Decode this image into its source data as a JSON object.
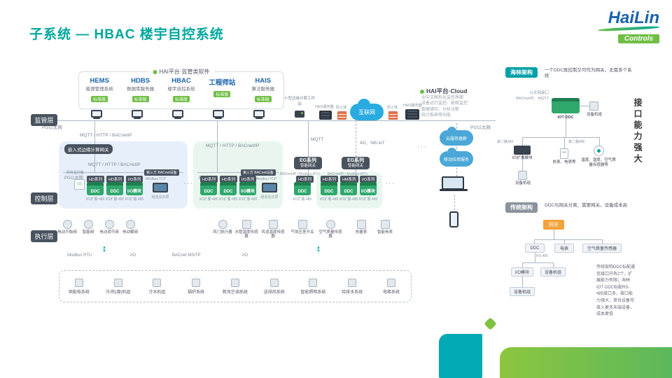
{
  "slide": {
    "title": "子系统 — HBAC 楼宇自控系统",
    "logo_name": "HaiLin",
    "logo_sub": "Controls",
    "vertical_slogan": "接口能力强大"
  },
  "colors": {
    "teal": "#00a79d",
    "green": "#6fbe44",
    "blue": "#1b63ac",
    "dark": "#49535f",
    "orange": "#f2a33c",
    "cloud_blue": "#29abe2"
  },
  "glyphs": {
    "up": "▲",
    "down": "▼"
  },
  "layers": {
    "supervision": "监管层",
    "control": "控制层",
    "execution": "执行层"
  },
  "platform": {
    "header": "HAI平台·监管类软件",
    "apps": [
      {
        "name": "HEMS",
        "desc": "能源管理系统",
        "badge": "标准版"
      },
      {
        "name": "HDBS",
        "desc": "数据库服务器",
        "badge": "标准版"
      },
      {
        "name": "HBAC",
        "desc": "楼宇自控系统",
        "badge": "标准版"
      },
      {
        "name": "工程师站",
        "desc": "",
        "badge": "标准版"
      },
      {
        "name": "HAIS",
        "desc": "算法服务器",
        "badge": "标准版"
      }
    ]
  },
  "cloud": {
    "header": "HAI平台·Cloud",
    "notes": [
      "全中文图形化监控界面",
      "设备运行监控、能耗监控",
      "数据储存、分析诊断",
      "统计报表等功能"
    ],
    "internet": "互联网",
    "cloud_servers": "云服务器群",
    "mobile_service": "移动应用服务",
    "firewall": "防火墙",
    "server": "HAIS服务器",
    "edge_station": "小型边缘计算工作站"
  },
  "network": {
    "bus": "PG以太网",
    "proto_full_a": "MQTT / HTTP / BACnetIP",
    "proto_full_b": "MQTT / HTTP / BACnet/IP",
    "mqtt": "MQTT",
    "wireless": "4G、NB-IoT",
    "embedded_gateway": "嵌入式边缘计算网关",
    "eg_series": "EG系列",
    "eg_name": "智能网关",
    "bacnet_modbus": "BACnet/IP / Modbus RTU",
    "modbus_tcp": "Modbus TCP",
    "ellipsis": "···"
  },
  "control_layer": {
    "thermostat": "网络温控器",
    "third_party_badge": "第三方 BACnet设备",
    "display": "组态显示屏",
    "sub_label": "I/O扩展-485",
    "hd": "HD系列",
    "hm": "HM系列",
    "io": "I/O系列",
    "ddc": "DDC",
    "io_module": "I/O模块"
  },
  "execution_layer": {
    "devices": [
      "电动平衡阀",
      "智能阀",
      "电动调节阀",
      "电动蝶阀",
      "风门执行器",
      "水管温度传感器",
      "风道温度传感器",
      "气体压差开关",
      "空气质量传感器",
      "热量表",
      "智能电表"
    ],
    "bus1": "Modbus RTU",
    "bus2": "I/O",
    "bus3": "BACnet MS/TP",
    "bus4": "I/O"
  },
  "systems": [
    "供配电系统",
    "冷/热(源)机组",
    "冷水机组",
    "锅炉系统",
    "新风空调系统",
    "送排风系统",
    "智能照明系统",
    "给排水系统",
    "电梯系统"
  ],
  "right_panel": {
    "hailin": {
      "badge": "海林架构",
      "desc": "一个DDC既控制又可作为网关，无需多个系统",
      "eth_label_1": "以太网接口",
      "eth_label_2": "BACnet/IP、MQTT",
      "device": "IOT·DDC",
      "equip": "设备机组",
      "branch_485": "第二路485",
      "io_module": "I/O扩展模块",
      "meter": "热表、电表等",
      "sensor": "温度、湿度、空气质量传感器等"
    },
    "legacy": {
      "badge": "传统架构",
      "desc": "DDC与网关分离，需要网关，设备成本高",
      "gateway": "网关",
      "ddc": "DDC",
      "meter": "电表",
      "sensor": "空气质量传感器",
      "rs485": "RS-485",
      "io_module": "I/O模块",
      "equip": "设备机组",
      "note": "传统架构DDC标配通信接口只有2个，扩展能力有限；海林IOT·DDC标配RS-485接口多，接口能力强大，单台设备可接入更多末端设备，成本更低"
    }
  }
}
